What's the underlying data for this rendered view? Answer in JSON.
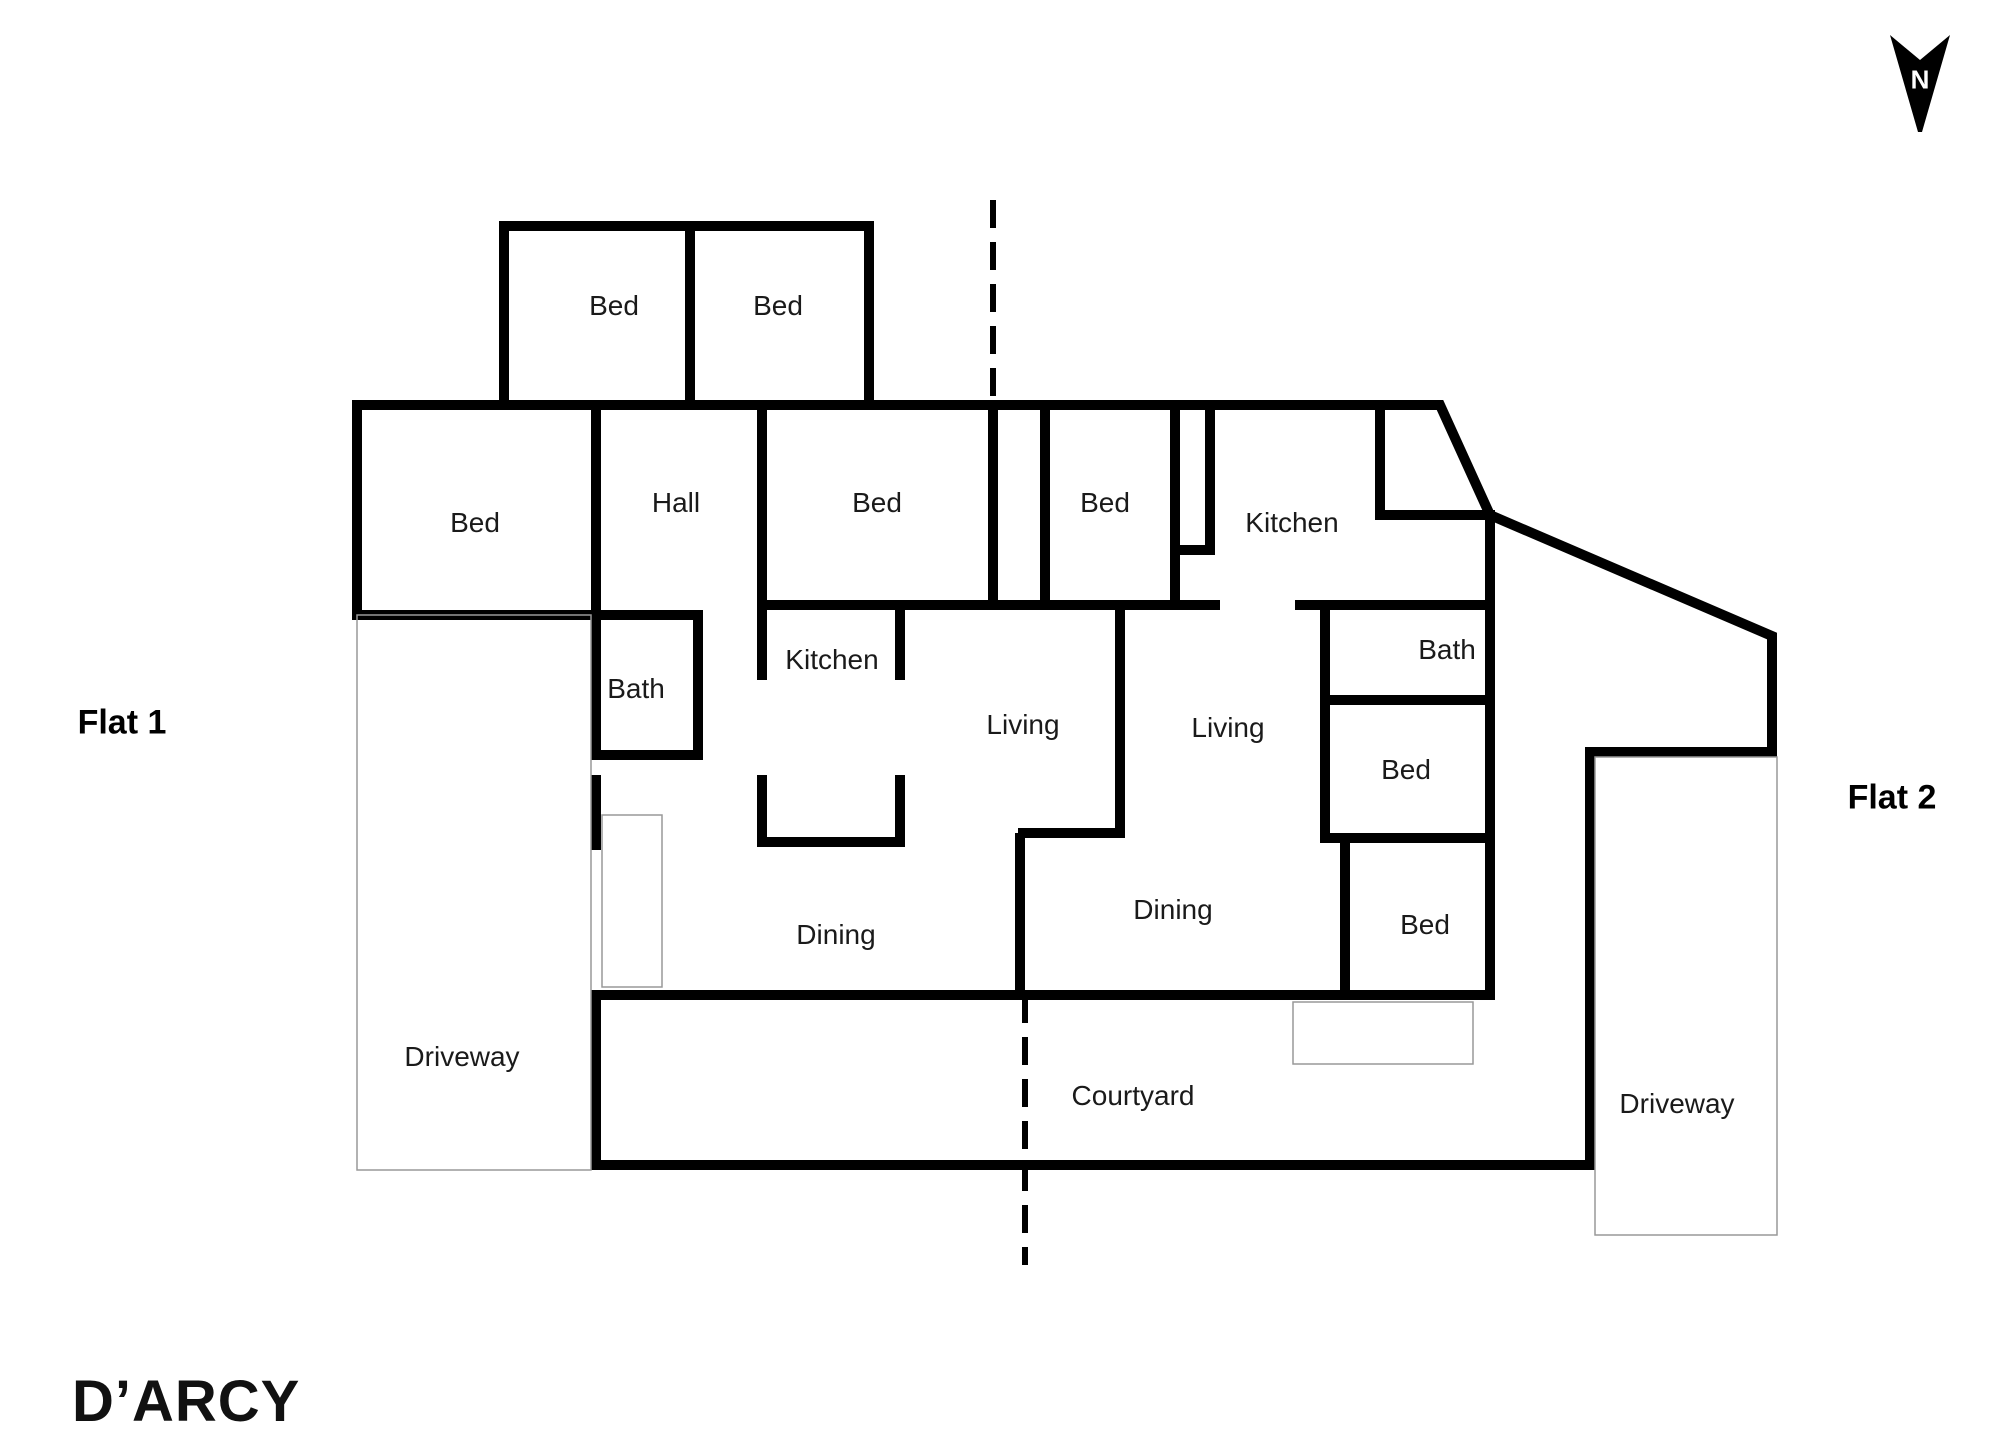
{
  "brand": "D’ARCY",
  "compass": {
    "letter": "N"
  },
  "flats": {
    "flat1": "Flat 1",
    "flat2": "Flat 2"
  },
  "rooms": {
    "bed_nw1": "Bed",
    "bed_nw2": "Bed",
    "bed_west": "Bed",
    "hall": "Hall",
    "bed_center": "Bed",
    "bath_west": "Bath",
    "kitchen_flat1": "Kitchen",
    "living_flat1": "Living",
    "dining_flat1": "Dining",
    "driveway_west": "Driveway",
    "bed_flat2_north": "Bed",
    "kitchen_flat2": "Kitchen",
    "bath_flat2": "Bath",
    "living_flat2": "Living",
    "bed_flat2_mid": "Bed",
    "dining_flat2": "Dining",
    "bed_flat2_south": "Bed",
    "courtyard": "Courtyard",
    "driveway_east": "Driveway"
  },
  "colors": {
    "wall": "#000000",
    "background": "#ffffff",
    "text": "#1a1a1a"
  }
}
